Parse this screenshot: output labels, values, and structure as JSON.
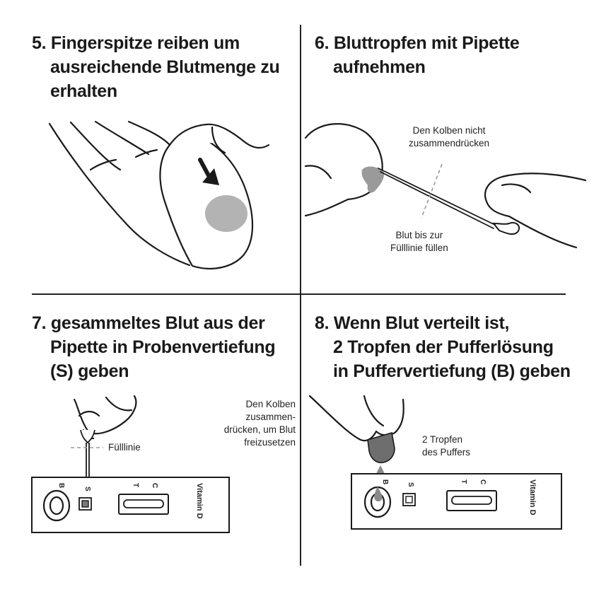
{
  "steps": [
    {
      "number": "5.",
      "title_lines": [
        "5. Fingerspitze reiben um",
        "ausreichende Blutmenge zu",
        "erhalten"
      ]
    },
    {
      "number": "6.",
      "title_lines": [
        "6. Bluttropfen mit Pipette",
        "aufnehmen"
      ],
      "notes": {
        "plunger": [
          "Den Kolben nicht",
          "zusammendrücken"
        ],
        "fill": [
          "Blut bis zur",
          "Fülllinie füllen"
        ]
      }
    },
    {
      "number": "7.",
      "title_lines": [
        "7. gesammeltes Blut aus der",
        "Pipette in Probenvertiefung",
        "(S) geben"
      ],
      "notes": {
        "squeeze": [
          "Den Kolben",
          "zusammen-",
          "drücken, um Blut",
          "freizusetzen"
        ],
        "fill_line": "Fülllinie"
      }
    },
    {
      "number": "8.",
      "title_lines": [
        "8. Wenn Blut verteilt ist,",
        "2 Tropfen der Pufferlösung",
        "in Puffervertiefung (B) geben"
      ],
      "notes": {
        "drops": [
          "2 Tropfen",
          "des Puffers"
        ]
      }
    }
  ],
  "cassette": {
    "label_b": "B",
    "label_s": "S",
    "label_t": "T",
    "label_c": "C",
    "brand": "Vitamin D"
  },
  "colors": {
    "ink": "#1a1a1a",
    "blood_gray": "#b3b3b3",
    "dark_drop": "#7a7a7a",
    "dashed": "#9a9a9a"
  }
}
